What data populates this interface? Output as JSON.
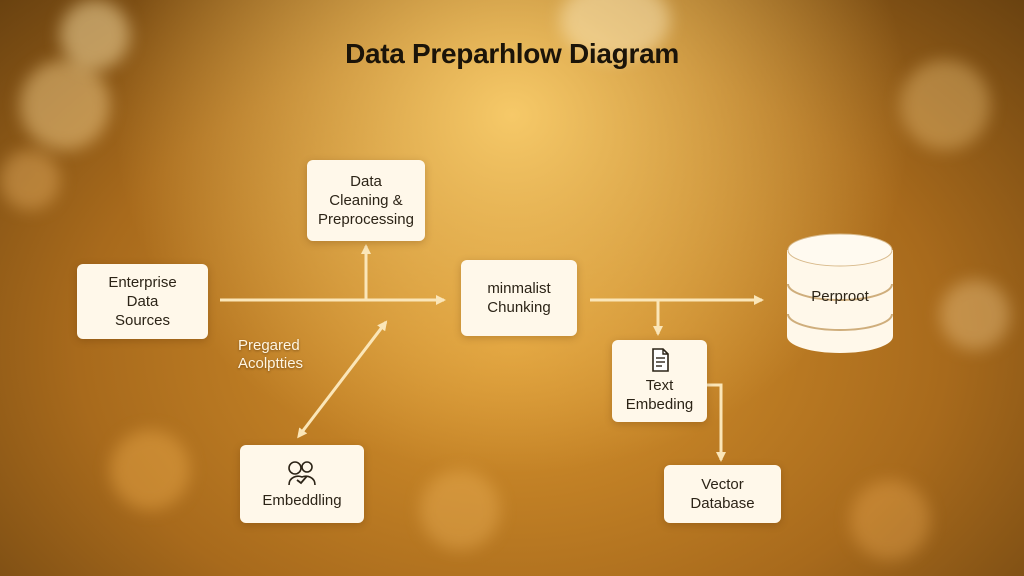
{
  "title": "Data Preparhlow Diagram",
  "nodes": {
    "sources": "Enterprise\nData\nSources",
    "cleaning": "Data\nCleaning &\nPreprocessing",
    "chunking": "minmalist\nChunking",
    "text_embedding": "Text\nEmbeding",
    "vector_db": "Vector\nDatabase",
    "embedding": "Embeddling",
    "store": "Perproot"
  },
  "floating_label": "Pregared\nAcolptties",
  "colors": {
    "arrow": "#fbe6b8",
    "box": "#fff8ea",
    "text": "#2c2417"
  },
  "icons": {
    "text_embedding": "document-icon",
    "embedding": "people-check-icon",
    "store": "database-cylinder-icon"
  }
}
